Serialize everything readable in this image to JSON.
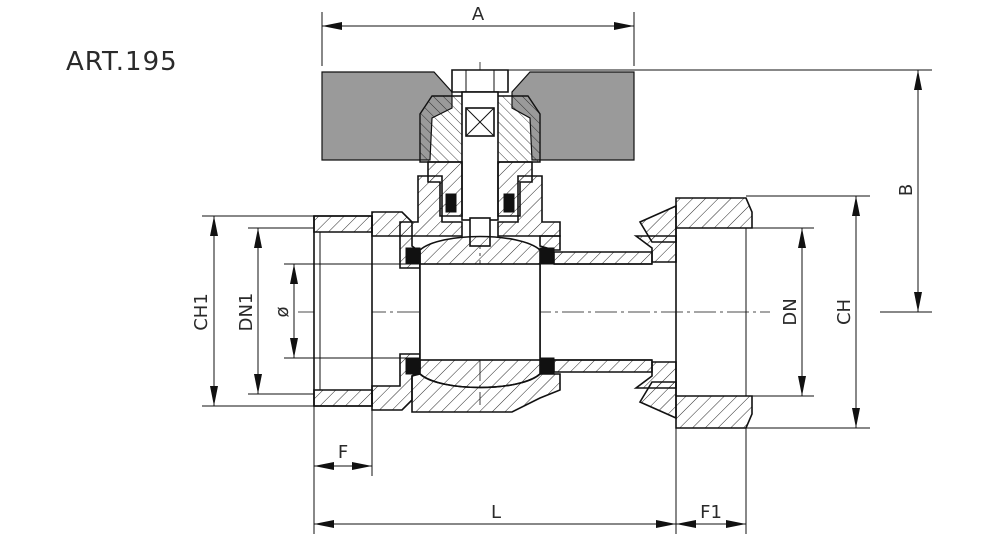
{
  "title": "ART.195",
  "dimensions": {
    "A": "A",
    "B": "B",
    "L": "L",
    "F": "F",
    "F1": "F1",
    "CH1": "CH1",
    "DN1": "DN1",
    "phi": "ø",
    "DN": "DN",
    "CH": "CH"
  },
  "colors": {
    "line": "#111111",
    "handle": "#9a9a9a",
    "seal": "#111111",
    "background": "#ffffff"
  }
}
